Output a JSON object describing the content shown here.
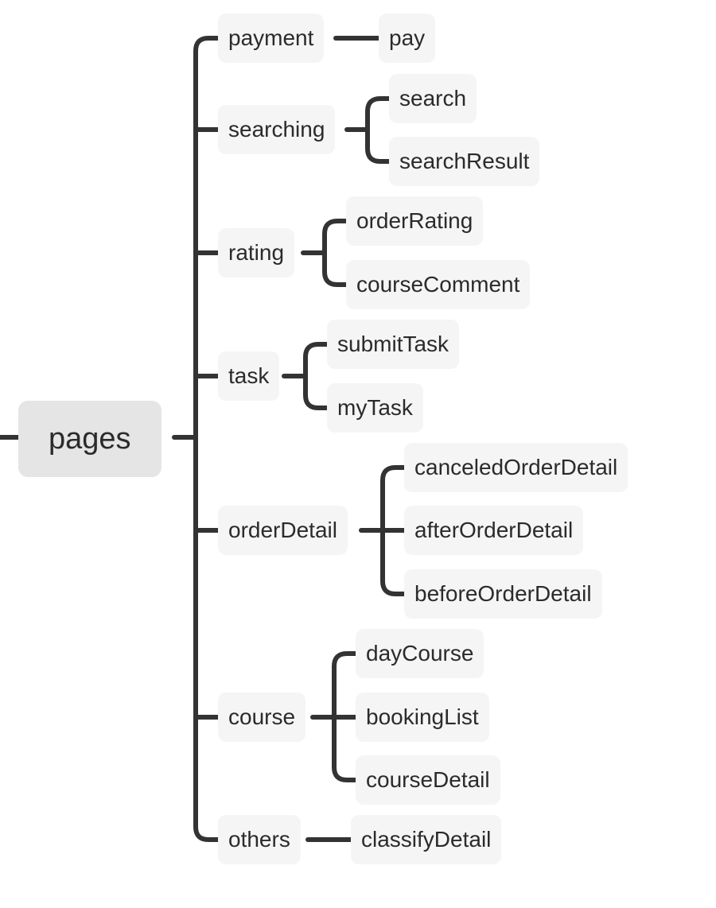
{
  "root": {
    "label": "pages"
  },
  "colors": {
    "connector": "#333333",
    "node_bg": "#f5f5f5",
    "root_bg": "#e5e5e5",
    "text": "#2b2b2b"
  },
  "groups": [
    {
      "label": "payment",
      "children": [
        "pay"
      ]
    },
    {
      "label": "searching",
      "children": [
        "search",
        "searchResult"
      ]
    },
    {
      "label": "rating",
      "children": [
        "orderRating",
        "courseComment"
      ]
    },
    {
      "label": "task",
      "children": [
        "submitTask",
        "myTask"
      ]
    },
    {
      "label": "orderDetail",
      "children": [
        "canceledOrderDetail",
        "afterOrderDetail",
        "beforeOrderDetail"
      ]
    },
    {
      "label": "course",
      "children": [
        "dayCourse",
        "bookingList",
        "courseDetail"
      ]
    },
    {
      "label": "others",
      "children": [
        "classifyDetail"
      ]
    }
  ]
}
